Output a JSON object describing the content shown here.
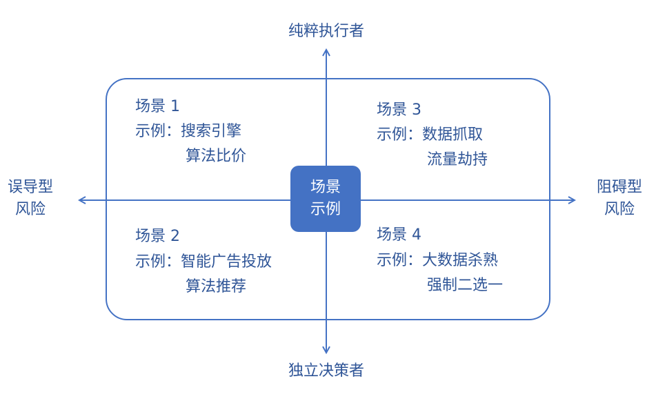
{
  "axes": {
    "top": "纯粹执行者",
    "bottom": "独立决策者",
    "left": [
      "误导型",
      "风险"
    ],
    "right": [
      "阻碍型",
      "风险"
    ]
  },
  "center": [
    "场景",
    "示例"
  ],
  "quadrants": [
    {
      "title": "场景 1",
      "prefix": "示例：",
      "lines": [
        "搜索引擎",
        "算法比价"
      ]
    },
    {
      "title": "场景 2",
      "prefix": "示例：",
      "lines": [
        "智能广告投放",
        "算法推荐"
      ]
    },
    {
      "title": "场景 3",
      "prefix": "示例：",
      "lines": [
        "数据抓取",
        "流量劫持"
      ]
    },
    {
      "title": "场景 4",
      "prefix": "示例：",
      "lines": [
        "大数据杀熟",
        "强制二选一"
      ]
    }
  ],
  "colors": {
    "line": "#4472c4",
    "text": "#2f5597",
    "center_fill": "#4472c4"
  }
}
